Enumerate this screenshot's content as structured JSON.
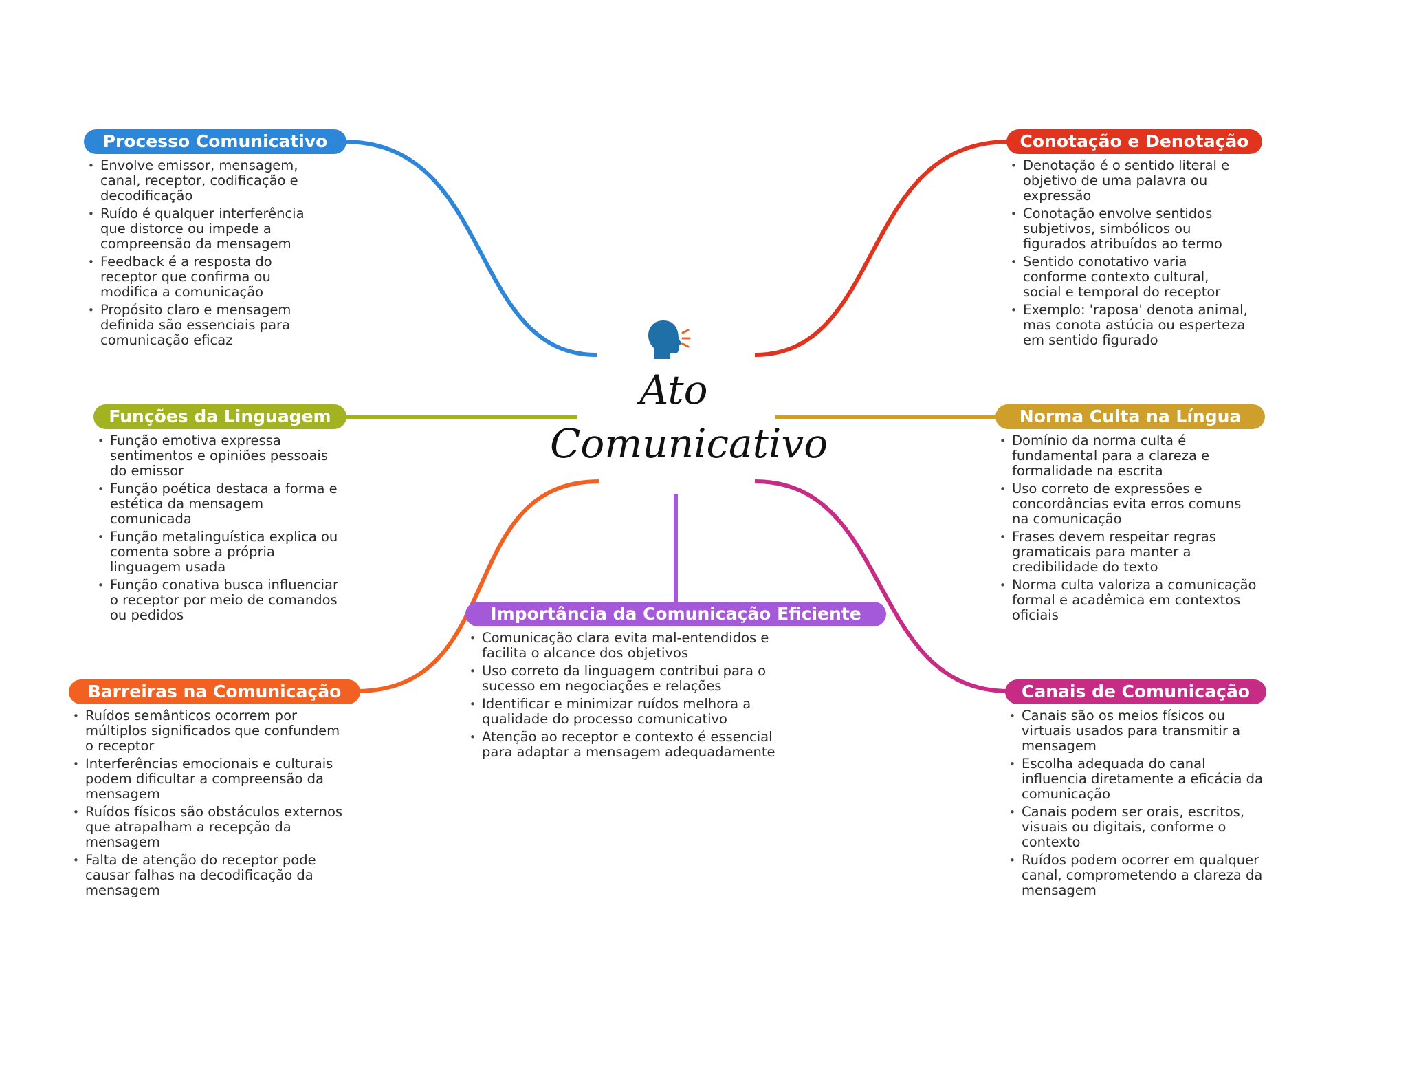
{
  "center": {
    "title_line1": "Ato",
    "title_line2": "Comunicativo",
    "icon": "speaking-head-icon"
  },
  "branches": {
    "processo": {
      "title": "Processo Comunicativo",
      "color": "#2e86d8",
      "bullets": [
        "Envolve emissor, mensagem, canal, receptor, codificação e decodificação",
        "Ruído é qualquer interferência que distorce ou impede a compreensão da mensagem",
        "Feedback é a resposta do receptor que confirma ou modifica a comunicação",
        "Propósito claro e mensagem definida são essenciais para comunicação eficaz"
      ]
    },
    "funcoes": {
      "title": "Funções da Linguagem",
      "color": "#a3b220",
      "bullets": [
        "Função emotiva expressa sentimentos e opiniões pessoais do emissor",
        "Função poética destaca a forma e estética da mensagem comunicada",
        "Função metalinguística explica ou comenta sobre a própria linguagem usada",
        "Função conativa busca influenciar o receptor por meio de comandos ou pedidos"
      ]
    },
    "barreiras": {
      "title": "Barreiras na Comunicação",
      "color": "#f26122",
      "bullets": [
        "Ruídos semânticos ocorrem por múltiplos significados que confundem o receptor",
        "Interferências emocionais e culturais podem dificultar a compreensão da mensagem",
        "Ruídos físicos são obstáculos externos que atrapalham a recepção da mensagem",
        "Falta de atenção do receptor pode causar falhas na decodificação da mensagem"
      ]
    },
    "importancia": {
      "title": "Importância da Comunicação Eficiente",
      "color": "#a45ad8",
      "bullets": [
        "Comunicação clara evita mal-entendidos e facilita o alcance dos objetivos",
        "Uso correto da linguagem contribui para o sucesso em negociações e relações",
        "Identificar e minimizar ruídos melhora a qualidade do processo comunicativo",
        "Atenção ao receptor e contexto é essencial para adaptar a mensagem adequadamente"
      ]
    },
    "conotacao": {
      "title": "Conotação e Denotação",
      "color": "#e0341e",
      "bullets": [
        "Denotação é o sentido literal e objetivo de uma palavra ou expressão",
        "Conotação envolve sentidos subjetivos, simbólicos ou figurados atribuídos ao termo",
        "Sentido conotativo varia conforme contexto cultural, social e temporal do receptor",
        "Exemplo: 'raposa' denota animal, mas conota astúcia ou esperteza em sentido figurado"
      ]
    },
    "norma": {
      "title": "Norma Culta na Língua",
      "color": "#cf9f2c",
      "bullets": [
        "Domínio da norma culta é fundamental para a clareza e formalidade na escrita",
        "Uso correto de expressões e concordâncias evita erros comuns na comunicação",
        "Frases devem respeitar regras gramaticais para manter a credibilidade do texto",
        "Norma culta valoriza a comunicação formal e acadêmica em contextos oficiais"
      ]
    },
    "canais": {
      "title": "Canais de Comunicação",
      "color": "#c72c85",
      "bullets": [
        "Canais são os meios físicos ou virtuais usados para transmitir a mensagem",
        "Escolha adequada do canal influencia diretamente a eficácia da comunicação",
        "Canais podem ser orais, escritos, visuais ou digitais, conforme o contexto",
        "Ruídos podem ocorrer em qualquer canal, comprometendo a clareza da mensagem"
      ]
    }
  }
}
